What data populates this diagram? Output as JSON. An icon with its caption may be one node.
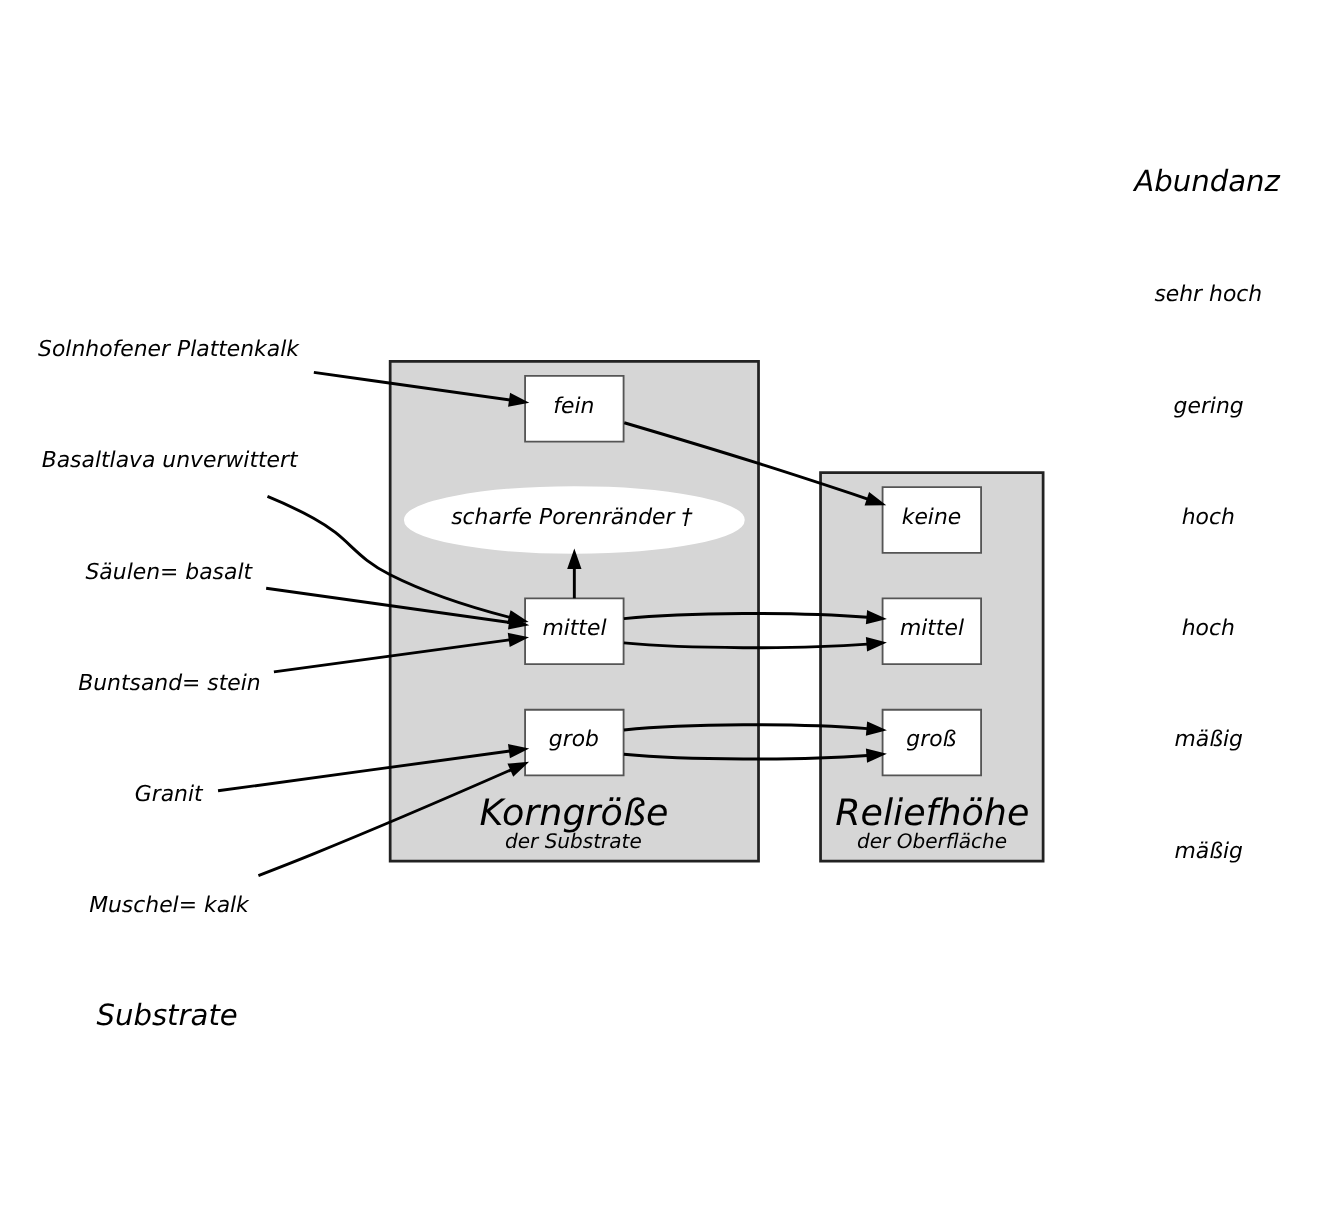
{
  "diagram": {
    "nodes": [
      {
        "text": [
          "Korngröße",
          "der Substrate"
        ]
      },
      {
        "text": [
          "Reliefhöhe",
          "der Oberfläche"
        ]
      },
      {
        "text": [
          "Solnhofener Plattenkalk"
        ]
      },
      {
        "text": [
          "fein"
        ],
        "in": 0
      },
      {
        "text": [
          "keine"
        ],
        "in": 1
      },
      {
        "text": [
          "Basaltlava unverwittert"
        ]
      },
      {
        "text": [
          "scharfe Porenränder †"
        ],
        "in": 0
      },
      {
        "text": [
          "Säulen= basalt"
        ]
      },
      {
        "text": [
          "mittel"
        ],
        "in": 0
      },
      {
        "text": [
          "mittel"
        ],
        "in": 1
      },
      {
        "text": [
          "Buntsand= stein"
        ]
      },
      {
        "text": [
          "Granit"
        ]
      },
      {
        "text": [
          "grob"
        ],
        "in": 0
      },
      {
        "text": [
          "groß"
        ],
        "in": 1
      },
      {
        "text": [
          "Muschel= kalk"
        ]
      }
    ],
    "edges": [
      {
        "from": 2,
        "to": 3,
        "arrow": "to"
      },
      {
        "from": 3,
        "to": 4,
        "arrow": "to"
      },
      {
        "from": 5,
        "to": 8,
        "arrow": "to"
      },
      {
        "from": 8,
        "to": 6,
        "arrow": "to"
      },
      {
        "from": 7,
        "to": 8,
        "arrow": "to"
      },
      {
        "from": 8,
        "to": 9,
        "arrow": "to"
      },
      {
        "from": 10,
        "to": 8,
        "arrow": "to"
      },
      {
        "from": 8,
        "to": 9,
        "arrow": "to"
      },
      {
        "from": 11,
        "to": 12,
        "arrow": "to"
      },
      {
        "from": 12,
        "to": 13,
        "arrow": "to"
      },
      {
        "from": 14,
        "to": 12,
        "arrow": "to"
      },
      {
        "from": 12,
        "to": 13,
        "arrow": "to"
      }
    ],
    "labels": [
      "Substrate",
      "Abundanz",
      "sehr hoch",
      "gering",
      "hoch",
      "hoch",
      "mäßig",
      "mäßig"
    ]
  }
}
